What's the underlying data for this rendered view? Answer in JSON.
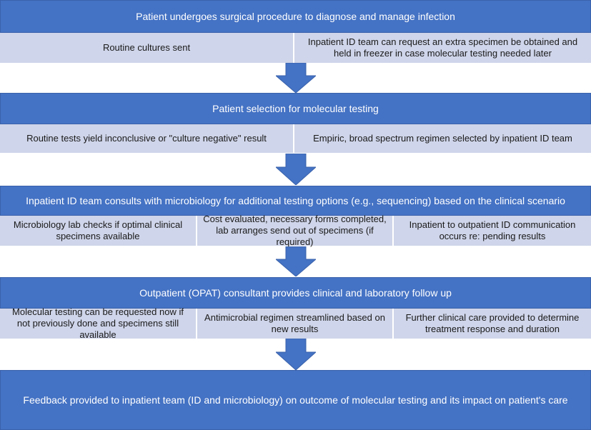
{
  "steps": [
    {
      "title": "Patient undergoes surgical procedure to diagnose and manage infection",
      "cells": [
        "Routine cultures sent",
        "Inpatient ID team can request an extra specimen be obtained and held in freezer in case molecular testing needed later"
      ]
    },
    {
      "title": "Patient selection for molecular testing",
      "cells": [
        "Routine tests yield inconclusive or \"culture negative\" result",
        "Empiric, broad spectrum regimen selected by inpatient ID team"
      ]
    },
    {
      "title": "Inpatient ID team consults with microbiology for additional testing options (e.g., sequencing) based on the clinical scenario",
      "cells": [
        "Microbiology lab checks if optimal clinical specimens available",
        "Cost evaluated, necessary forms completed, lab arranges send out of specimens (if required)",
        "Inpatient to outpatient ID communication occurs re: pending results"
      ]
    },
    {
      "title": "Outpatient (OPAT) consultant provides clinical and laboratory follow up",
      "cells": [
        "Molecular testing can be requested now if not previously done and specimens still available",
        "Antimicrobial regimen streamlined based on new results",
        "Further clinical care provided to determine treatment response and duration"
      ]
    },
    {
      "title": "Feedback provided to inpatient team (ID and microbiology) on outcome of molecular testing and its impact on patient's care"
    }
  ],
  "colors": {
    "header_fill": "#4472c4",
    "cell_fill": "#cfd5ea",
    "arrow_fill": "#4472c4"
  }
}
